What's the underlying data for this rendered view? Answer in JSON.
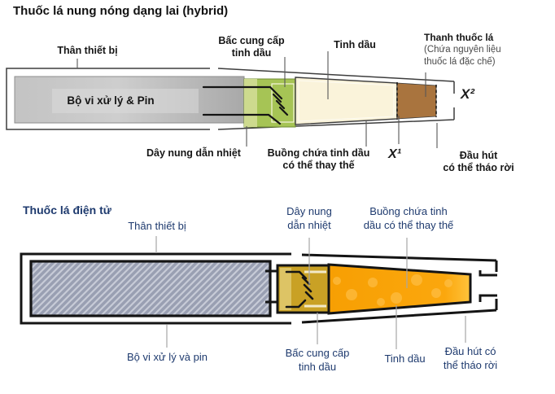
{
  "top": {
    "title": "Thuốc lá nung nóng dạng lai (hybrid)",
    "device_body": "Thân thiết bị",
    "wick": [
      "Bấc cung cấp",
      "tinh dầu"
    ],
    "oil": "Tinh dầu",
    "stick_title": "Thanh thuốc lá",
    "stick_sub1": "(Chứa nguyên liệu",
    "stick_sub2": "thuốc lá đặc chế)",
    "battery": "Bộ vi xử lý & Pin",
    "heat_wire": "Dây nung dẫn nhiệt",
    "chamber": [
      "Buồng chứa tinh dầu",
      "có thể thay thế"
    ],
    "x1": "X¹",
    "x2": "X²",
    "mouthpiece": [
      "Đầu hút",
      "có thể tháo rời"
    ]
  },
  "bottom": {
    "title": "Thuốc lá điện tử",
    "device_body": "Thân thiết bị",
    "heat_wire": [
      "Dây nung",
      "dẫn nhiệt"
    ],
    "chamber": [
      "Buồng chứa tinh",
      "dầu có thể thay thế"
    ],
    "battery": "Bộ vi xử lý và pin",
    "wick": [
      "Bấc cung cấp",
      "tinh dầu"
    ],
    "oil": "Tinh dầu",
    "mouthpiece": [
      "Đầu hút có",
      "thể tháo rời"
    ]
  },
  "colors": {
    "label_navy": "#1e3a6e",
    "green_wick": "#a6c455",
    "green_wick_light": "#cdda8e",
    "cream_chamber": "#faf3da",
    "tobacco_brown": "#a9743e",
    "gold_coil": "#c9a125",
    "gold_coil_light": "#ddc465",
    "orange_oil": "#f9a108",
    "battery_gray": "#c6c6c6",
    "battery_blue_gray": "#9aa1b3"
  }
}
